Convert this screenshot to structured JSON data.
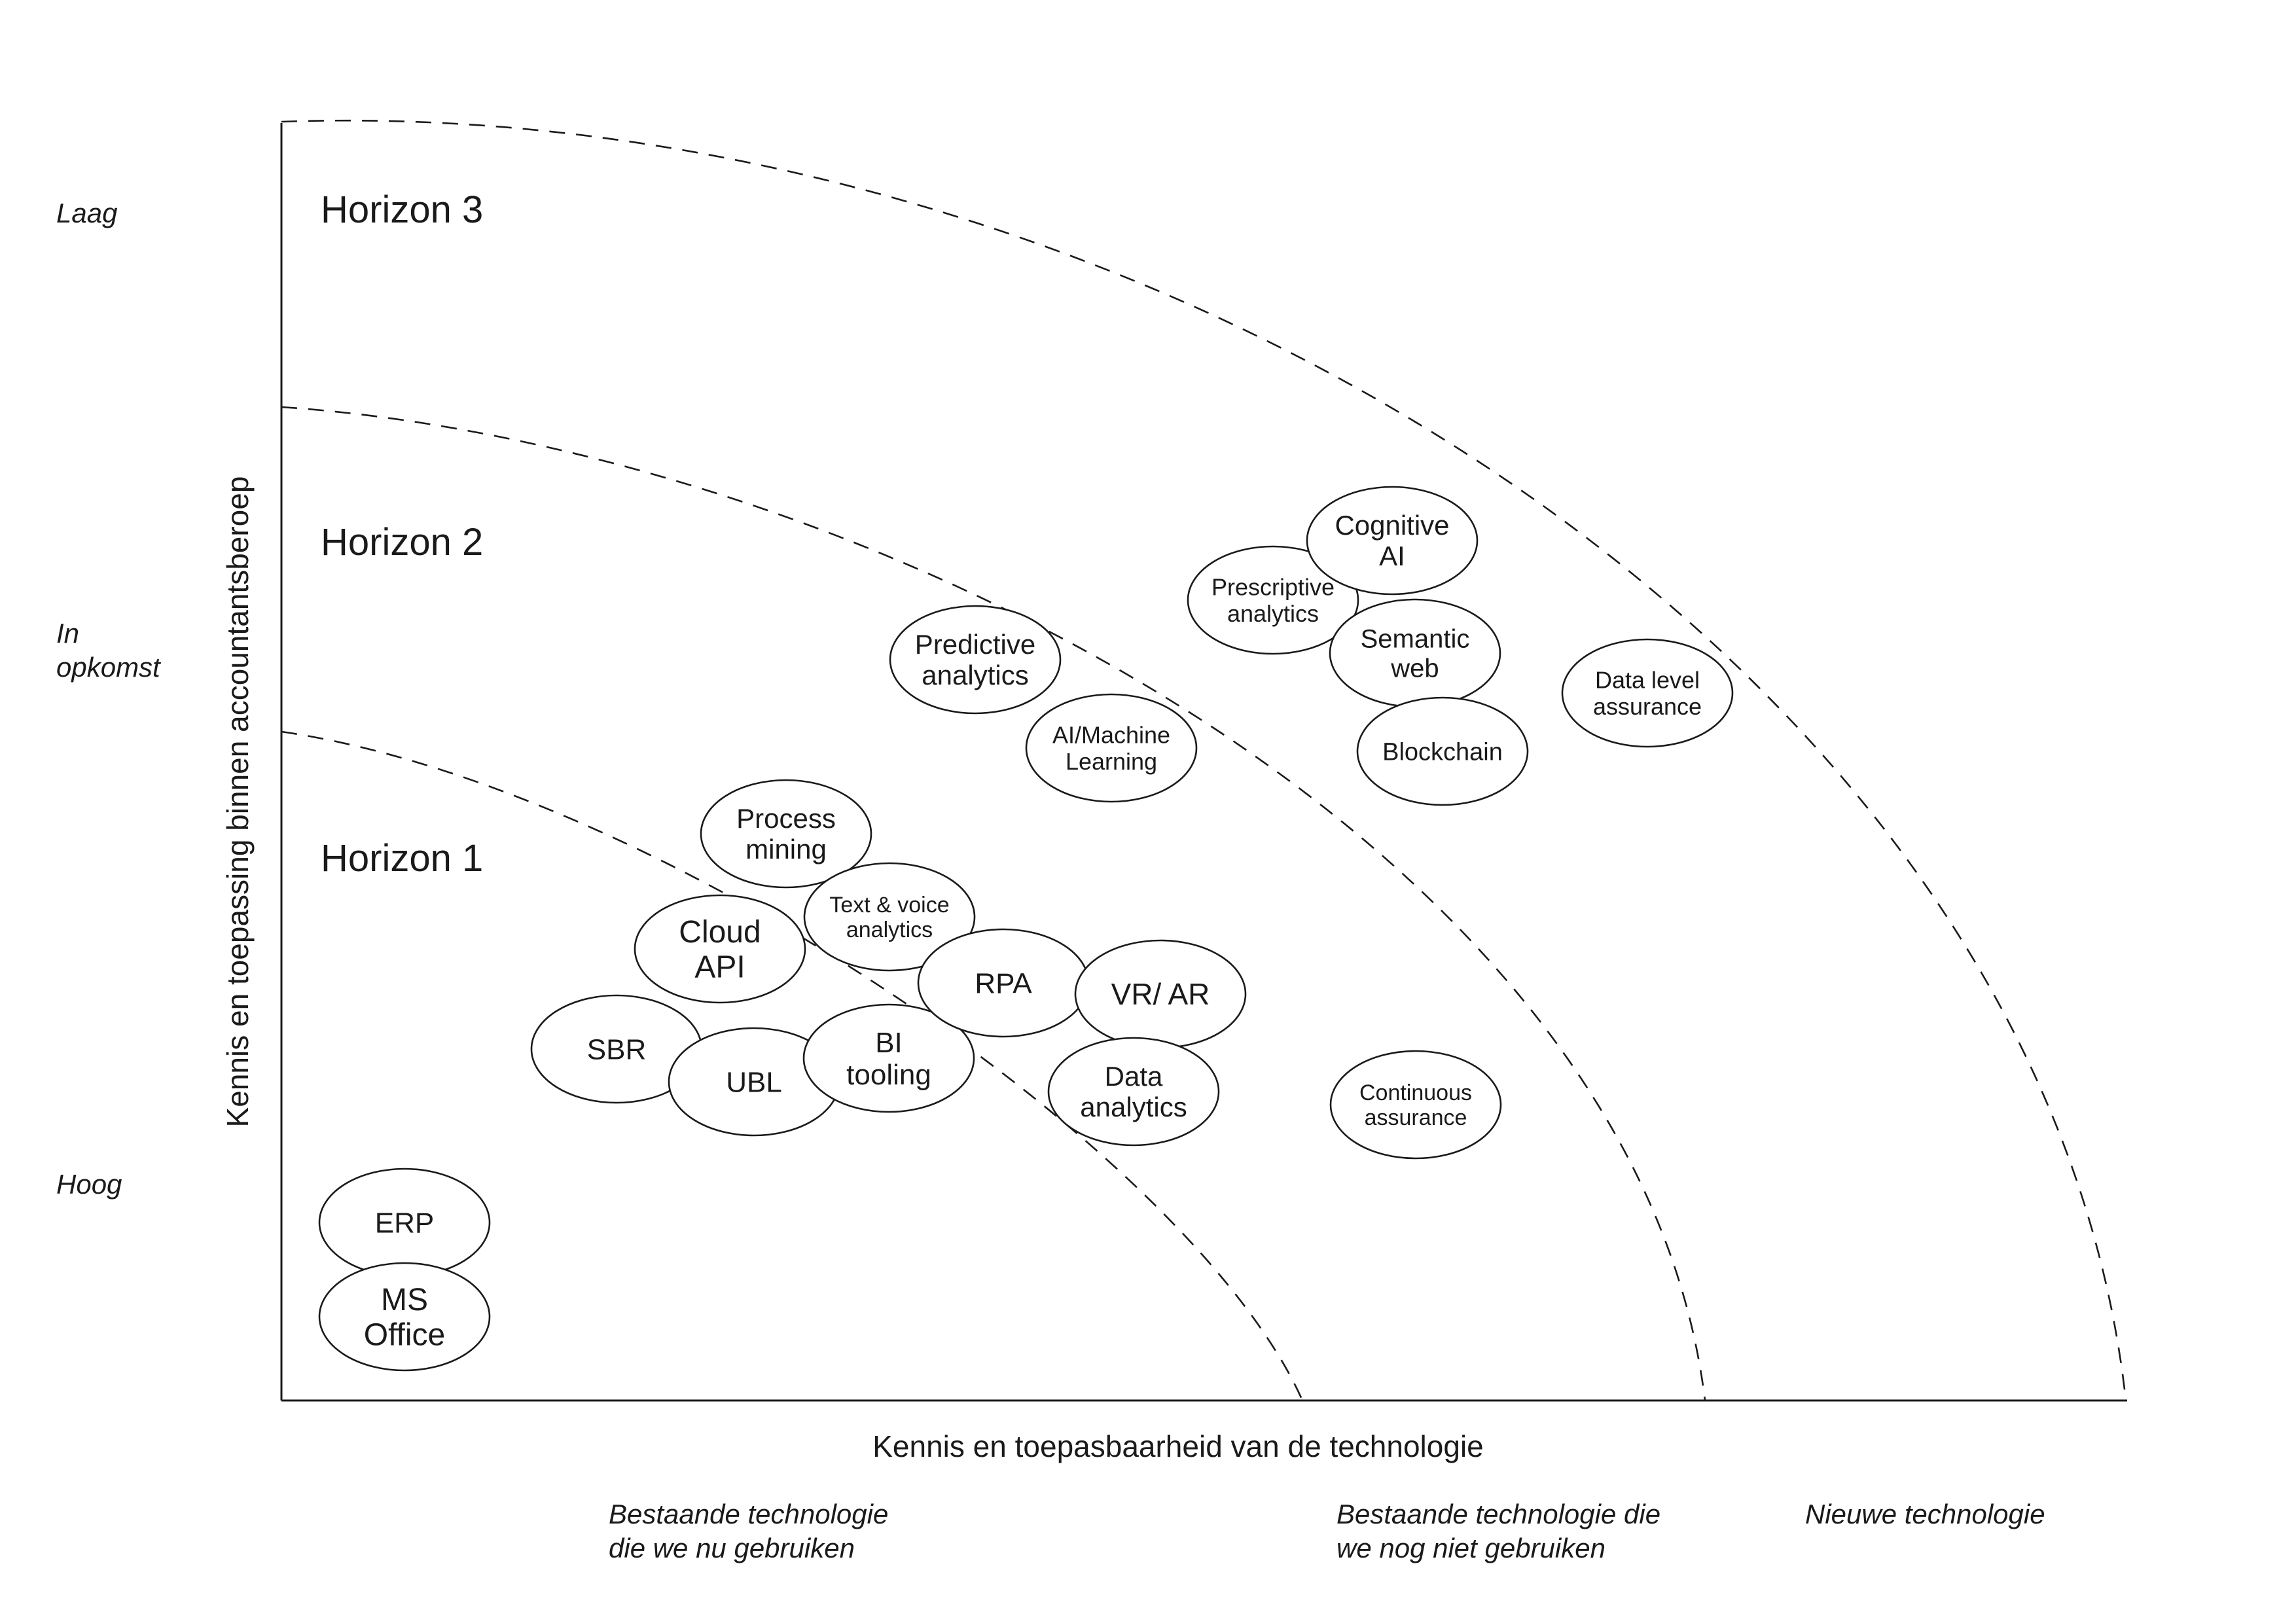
{
  "y_axis_title": "Kennis en toepassing binnen accountantsberoep",
  "x_axis_title": "Kennis en toepasbaarheid van de technologie",
  "y_levels": {
    "low": "Laag",
    "emerging_line1": "In",
    "emerging_line2": "opkomst",
    "high": "Hoog"
  },
  "x_categories": {
    "existing_used_line1": "Bestaande technologie",
    "existing_used_line2": "die we nu gebruiken",
    "existing_unused_line1": "Bestaande technologie die",
    "existing_unused_line2": "we nog niet gebruiken",
    "new": "Nieuwe technologie"
  },
  "horizons": [
    "Horizon 1",
    "Horizon 2",
    "Horizon 3"
  ],
  "technologies": [
    {
      "id": "erp",
      "lines": [
        "ERP"
      ]
    },
    {
      "id": "ms-office",
      "lines": [
        "MS",
        "Office"
      ]
    },
    {
      "id": "sbr",
      "lines": [
        "SBR"
      ]
    },
    {
      "id": "ubl",
      "lines": [
        "UBL"
      ]
    },
    {
      "id": "bi-tooling",
      "lines": [
        "BI",
        "tooling"
      ]
    },
    {
      "id": "cloud-api",
      "lines": [
        "Cloud",
        "API"
      ]
    },
    {
      "id": "process-mining",
      "lines": [
        "Process",
        "mining"
      ]
    },
    {
      "id": "text-voice-analytics",
      "lines": [
        "Text & voice",
        "analytics"
      ]
    },
    {
      "id": "rpa",
      "lines": [
        "RPA"
      ]
    },
    {
      "id": "vr-ar",
      "lines": [
        "VR/ AR"
      ]
    },
    {
      "id": "data-analytics",
      "lines": [
        "Data",
        "analytics"
      ]
    },
    {
      "id": "continuous-assurance",
      "lines": [
        "Continuous",
        "assurance"
      ]
    },
    {
      "id": "predictive-analytics",
      "lines": [
        "Predictive",
        "analytics"
      ]
    },
    {
      "id": "ai-machine-learning",
      "lines": [
        "AI/Machine",
        "Learning"
      ]
    },
    {
      "id": "prescriptive-analytics",
      "lines": [
        "Prescriptive",
        "analytics"
      ]
    },
    {
      "id": "cognitive-ai",
      "lines": [
        "Cognitive",
        "AI"
      ]
    },
    {
      "id": "semantic-web",
      "lines": [
        "Semantic",
        "web"
      ]
    },
    {
      "id": "blockchain",
      "lines": [
        "Blockchain"
      ]
    },
    {
      "id": "data-level-assurance",
      "lines": [
        "Data level",
        "assurance"
      ]
    }
  ]
}
